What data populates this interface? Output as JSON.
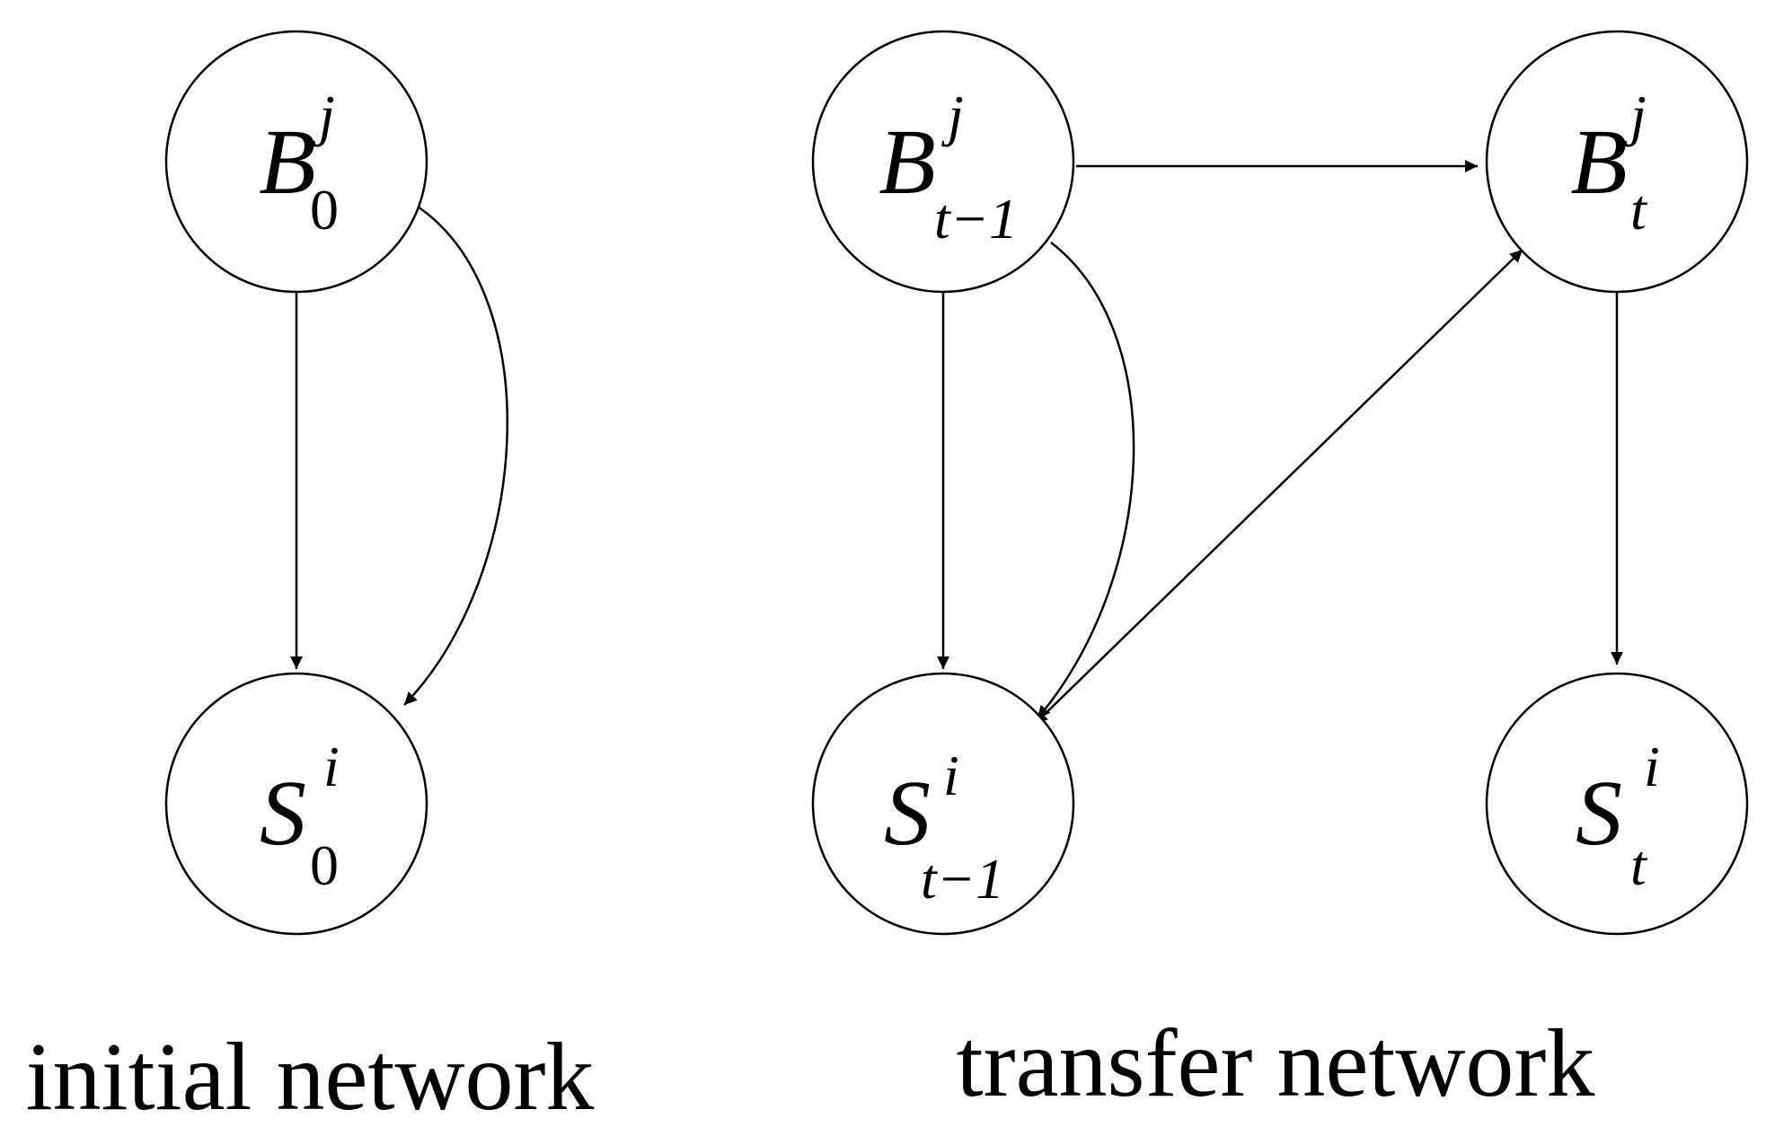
{
  "nodes": [
    {
      "id": "B0",
      "base": "B",
      "sup": "j",
      "sub": "0"
    },
    {
      "id": "S0",
      "base": "S",
      "sup": "i",
      "sub": "0"
    },
    {
      "id": "Bt-1",
      "base": "B",
      "sup": "j",
      "sub": "t−1"
    },
    {
      "id": "St-1",
      "base": "S",
      "sup": "i",
      "sub": "t−1"
    },
    {
      "id": "Bt",
      "base": "B",
      "sup": "j",
      "sub": "t"
    },
    {
      "id": "St",
      "base": "S",
      "sup": "i",
      "sub": "t"
    }
  ],
  "edges": [
    {
      "from": "B0",
      "to": "S0",
      "style": "straight"
    },
    {
      "from": "B0",
      "to": "S0",
      "style": "curved"
    },
    {
      "from": "Bt-1",
      "to": "St-1",
      "style": "straight"
    },
    {
      "from": "Bt-1",
      "to": "St-1",
      "style": "curved"
    },
    {
      "from": "Bt-1",
      "to": "Bt",
      "style": "straight"
    },
    {
      "from": "St-1",
      "to": "Bt",
      "style": "bidirectional"
    },
    {
      "from": "Bt",
      "to": "St",
      "style": "straight"
    }
  ],
  "captions": {
    "initial": "initial network",
    "transfer": "transfer network"
  }
}
